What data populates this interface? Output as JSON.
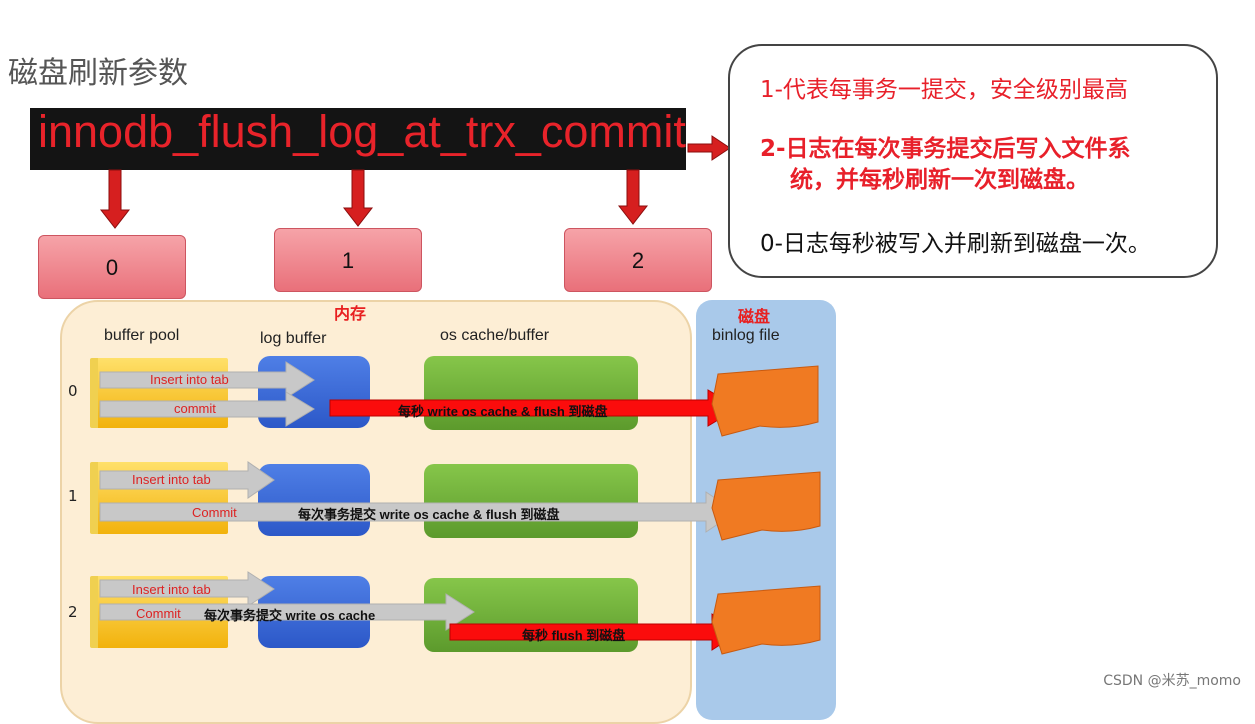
{
  "page_title": "磁盘刷新参数",
  "param_name": "innodb_flush_log_at_trx_commit",
  "options": [
    "0",
    "1",
    "2"
  ],
  "callout": {
    "desc1": "1-代表每事务一提交，安全级别最高",
    "desc2_line1": "2-日志在每次事务提交后写入文件系",
    "desc2_line2": "统，并每秒刷新一次到磁盘。",
    "desc0": "0-日志每秒被写入并刷新到磁盘一次。"
  },
  "diagram": {
    "memory_label": "内存",
    "disk_label": "磁盘",
    "col_buffer_pool": "buffer pool",
    "col_log_buffer": "log  buffer",
    "col_os_cache": "os cache/buffer",
    "col_binlog": "binlog file",
    "rows": [
      {
        "label": "0",
        "insert": "Insert into tab",
        "commit": "commit",
        "flush": "每秒 write os cache & flush 到磁盘"
      },
      {
        "label": "1",
        "insert": "Insert into tab",
        "commit": "Commit",
        "flush": "每次事务提交 write os cache & flush 到磁盘"
      },
      {
        "label": "2",
        "insert": "Insert into tab",
        "commit": "Commit",
        "write": "每次事务提交 write os cache",
        "flush": "每秒 flush 到磁盘"
      }
    ]
  },
  "watermark": "CSDN @米苏_momo",
  "colors": {
    "red": "#e8202a",
    "bar": "#141414"
  }
}
